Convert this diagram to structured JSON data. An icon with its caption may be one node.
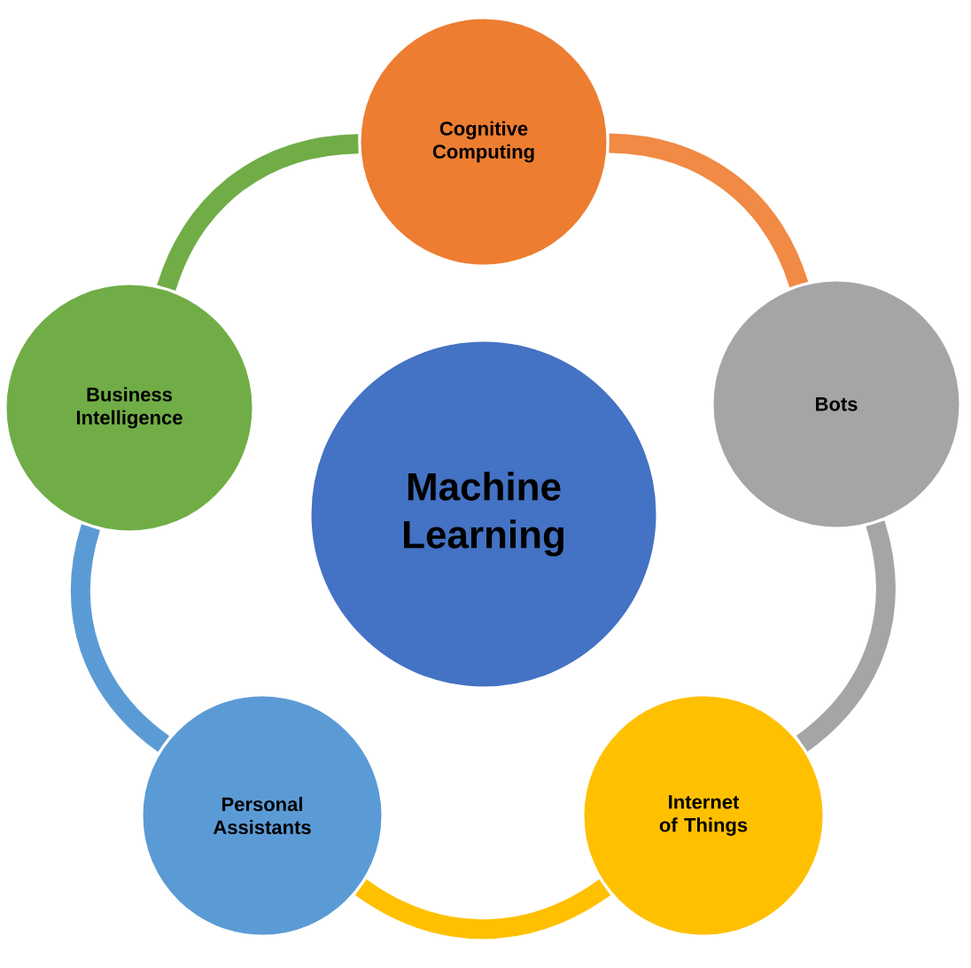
{
  "diagram": {
    "nodes": [
      {
        "text": [
          "Cognitive Computing"
        ]
      },
      {
        "text": [
          "Bots"
        ]
      },
      {
        "text": [
          "Internet of Things"
        ]
      },
      {
        "text": [
          "Personal Assistants"
        ]
      },
      {
        "text": [
          "Business Intelligence"
        ]
      },
      {
        "text": [
          "Machine Learning"
        ]
      }
    ],
    "edges": [
      {
        "from": 0,
        "to": 1,
        "arrow": "none",
        "color": "#f08a45"
      },
      {
        "from": 1,
        "to": 2,
        "arrow": "none",
        "color": "#a5a5a5"
      },
      {
        "from": 2,
        "to": 3,
        "arrow": "none",
        "color": "#ffc000"
      },
      {
        "from": 3,
        "to": 4,
        "arrow": "none",
        "color": "#5b9bd5"
      },
      {
        "from": 4,
        "to": 0,
        "arrow": "none",
        "color": "#70ad47"
      }
    ]
  }
}
